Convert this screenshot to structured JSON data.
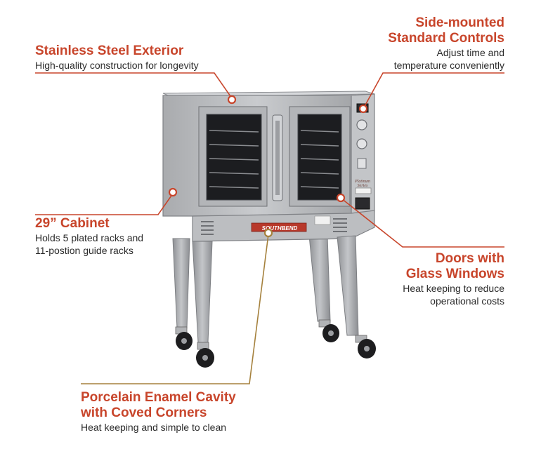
{
  "callouts": {
    "exterior": {
      "title": "Stainless Steel Exterior",
      "desc": "High-quality construction for longevity"
    },
    "controls": {
      "title_line1": "Side-mounted",
      "title_line2": "Standard Controls",
      "desc_line1": "Adjust time and",
      "desc_line2": "temperature conveniently"
    },
    "cabinet": {
      "title": "29” Cabinet",
      "desc_line1": "Holds 5 plated racks and",
      "desc_line2": "11-postion guide racks"
    },
    "doors": {
      "title_line1": "Doors with",
      "title_line2": "Glass Windows",
      "desc_line1": "Heat keeping to reduce",
      "desc_line2": "operational costs"
    },
    "cavity": {
      "title_line1": "Porcelain Enamel Cavity",
      "title_line2": "with Coved Corners",
      "desc": "Heat keeping and simple to clean"
    }
  },
  "product": {
    "brand_badge": "SOUTHBEND",
    "model_script": "Platinum Series"
  },
  "colors": {
    "accent": "#c8452b",
    "leader_red": "#c8452b",
    "leader_brown": "#a5813d",
    "steel": "#b9bbbe"
  }
}
